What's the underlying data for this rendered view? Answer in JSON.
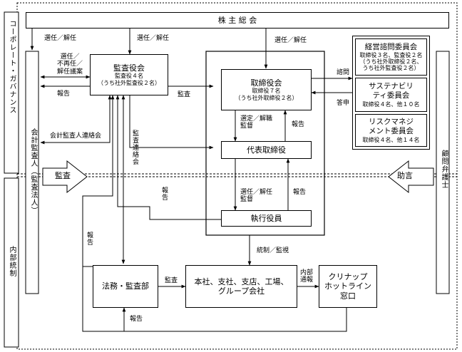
{
  "nodes": {
    "shareholders": "株 主 総 会",
    "audit_board": {
      "name": "監査役会",
      "sub1": "監査役４名",
      "sub2": "（うち社外監査役２名）"
    },
    "board": {
      "name": "取締役会",
      "sub1": "取締役７名",
      "sub2": "（うち社外取締役２名）"
    },
    "representative": "代表取締役",
    "executive": "執行役員",
    "legal_audit": "法務・監査部",
    "offices": {
      "line1": "本社、支社、支店、工場、",
      "line2": "グループ会社"
    },
    "hotline": {
      "line1": "クリナップ",
      "line2": "ホットライン",
      "line3": "窓口"
    },
    "advisory_committee": {
      "name": "経営諮問委員会",
      "sub1": "取締役３名、監査役２名",
      "sub2": "（うち社外取締役２名、",
      "sub3": "うち社外監査役２名）"
    },
    "sustainability_committee": {
      "line1": "サステナビリ",
      "line2": "ティ委員会",
      "sub": "取締役４名、他１０名"
    },
    "risk_committee": {
      "line1": "リスクマネジ",
      "line2": "メント委員会",
      "sub": "取締役４名、他１４名"
    },
    "auditor": "会計監査人（監査法人）",
    "lawyer": "顧問弁護士"
  },
  "sections": {
    "governance": "コーポレート・ガバナンス",
    "internal_control": "内部統制"
  },
  "arrows": {
    "audit": "監査",
    "advice": "助言"
  },
  "labels": {
    "elect_dismiss_1": "選任／解任",
    "elect_dismiss_2": "選任／解任",
    "elect_dismiss_3": "選任／解任",
    "appointment_proposal": [
      "選任／",
      "不再任／",
      "解任議案"
    ],
    "report_1": "報告",
    "audit_1": "監査",
    "accounting_liaison": "会計監査人連絡会",
    "audit_liaison": "監査連絡会",
    "consult": "諮問",
    "answer": "答申",
    "select_supervise": [
      "選定／解職",
      "監督"
    ],
    "report_2": "報告",
    "elect_supervise": [
      "選任／解任",
      "監督"
    ],
    "report_3": "報告",
    "report_4": "報告",
    "report_5": "報告",
    "control_monitor": "統制／監視",
    "audit_2": "監査",
    "internal_report": [
      "内部",
      "通報"
    ],
    "report_6": "報告"
  },
  "colors": {
    "line": "#000000",
    "background": "#ffffff"
  }
}
